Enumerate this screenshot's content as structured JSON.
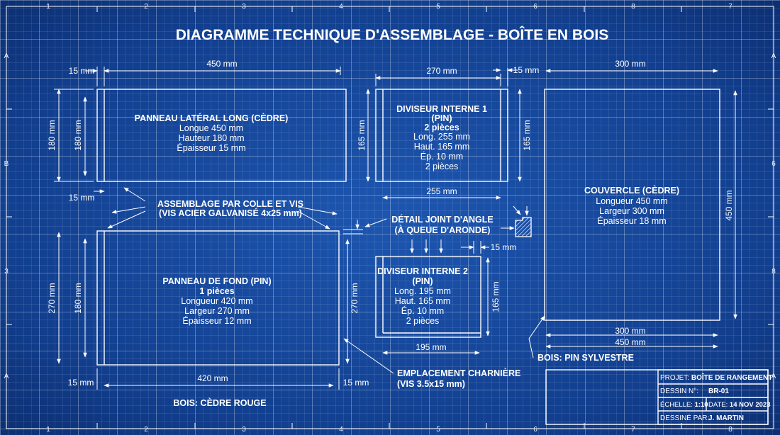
{
  "title": "DIAGRAMME TECHNIQUE D'ASSEMBLAGE - BOÎTE EN BOIS",
  "frame": {
    "top": [
      "1",
      "2",
      "3",
      "4",
      "5",
      "6",
      "8",
      "7"
    ],
    "bottom": [
      "1",
      "2",
      "3",
      "4",
      "5",
      "6",
      "7",
      "8"
    ],
    "left": [
      "A",
      "B",
      "3",
      "A"
    ],
    "right": [
      "A",
      "6",
      "8",
      "A"
    ]
  },
  "panel_long": {
    "lines": [
      "PANNEAU LATÉRAL LONG (CÈDRE)",
      "Longue 450 mm",
      "Hauteur 180 mm",
      "Épaisseur 15 mm"
    ],
    "dims": {
      "thick_top": "15 mm",
      "length": "450 mm",
      "height_outer": "180 mm",
      "height_inner": "180 mm",
      "thick_bottom": "15 mm"
    }
  },
  "divider1": {
    "lines": [
      "DIVISEUR INTERNE 1",
      "(PIN)",
      "2 pièces",
      "Long. 255 mm",
      "Haut. 165 mm",
      "Ép. 10 mm",
      "2 pièces"
    ],
    "dims": {
      "length": "270 mm",
      "thick": "15 mm",
      "height_left": "165 mm",
      "height_right": "165 mm",
      "inner": "255 mm"
    }
  },
  "lid": {
    "lines": [
      "COUVERCLE (CÈDRE)",
      "Longueur 450 mm",
      "Largeur 300 mm",
      "Épaisseur 18 mm"
    ],
    "dims": {
      "top": "300 mm",
      "side": "450 mm",
      "bottom1": "300 mm",
      "bottom2": "450 mm"
    }
  },
  "assembly_note": [
    "ASSEMBLAGE PAR COLLE ET VIS",
    "(VIS ACIER GALVANISÉ 4x25 mm)"
  ],
  "joint_note": [
    "DÉTAIL JOINT D'ANGLE",
    "(À QUEUE D'ARONDE)"
  ],
  "panel_bottom": {
    "lines": [
      "PANNEAU DE FOND (PIN)",
      "1 pièces",
      "Longueur 420 mm",
      "Largeur 270 mm",
      "Épaisseur 12 mm"
    ],
    "dims": {
      "outer": "270 mm",
      "inner": "180 mm",
      "right": "270 mm",
      "length": "420 mm",
      "left_thick": "15 mm",
      "right_thick": "15 mm"
    }
  },
  "divider2": {
    "lines": [
      "DIVISEUR INTERNE 2",
      "(PIN)",
      "Long. 195 mm",
      "Haut. 165 mm",
      "Ép. 10 mm",
      "2 pièces"
    ],
    "dims": {
      "thick": "15 mm",
      "height": "165 mm",
      "length": "195 mm"
    }
  },
  "hinge_note": [
    "EMPLACEMENT CHARNIÈRE",
    "(VIS 3.5x15 mm)"
  ],
  "wood_left": "BOIS: CÈDRE ROUGE",
  "wood_right": "BOIS: PIN SYLVESTRE",
  "title_block": {
    "project_label": "PROJET:",
    "project": "BOÎTE DE RANGEMENT",
    "drawing_label": "DESSIN N°:",
    "drawing": "BR-01",
    "scale_label": "ÉCHELLE:",
    "scale": "1:10",
    "date_label": "DATE:",
    "date": "14 NOV 2023",
    "drawn_label": "DESSINÉ PAR:",
    "drawn": "J. MARTIN"
  },
  "colors": {
    "background": "#123f8f",
    "lines": "#ffffff"
  }
}
